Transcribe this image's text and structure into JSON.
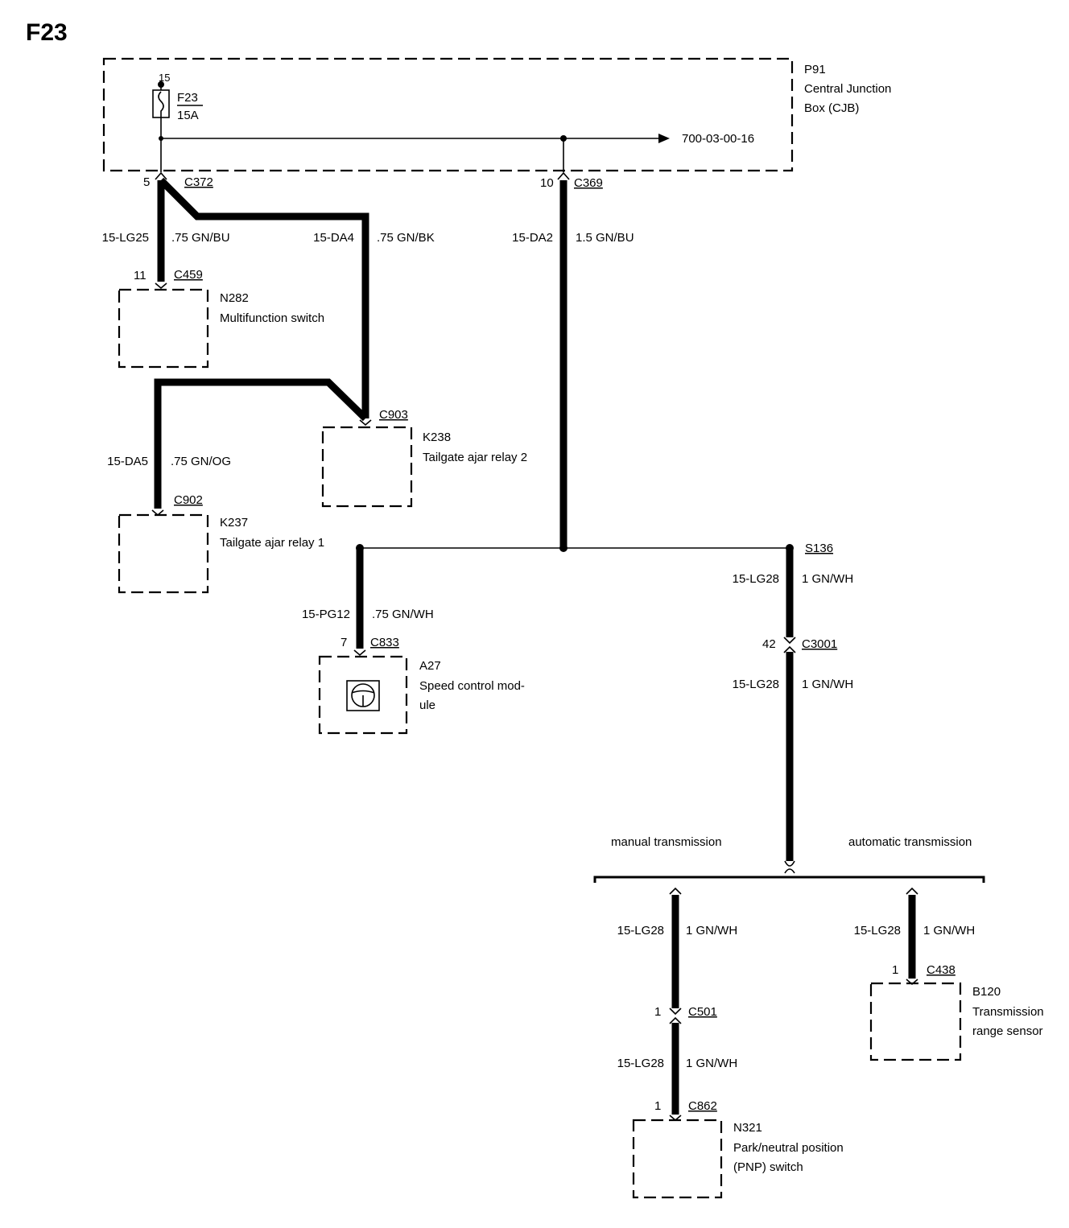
{
  "title": "F23",
  "cjb": {
    "id": "P91",
    "name_line1": "Central Junction",
    "name_line2": "Box (CJB)",
    "fuse_pin": "15",
    "fuse_id": "F23",
    "fuse_rating": "15A",
    "ref": "700-03-00-16"
  },
  "connectors": {
    "c372": {
      "pin": "5",
      "name": "C372"
    },
    "c369": {
      "pin": "10",
      "name": "C369"
    },
    "c459": {
      "pin": "11",
      "name": "C459"
    },
    "c903": {
      "name": "C903"
    },
    "c902": {
      "name": "C902"
    },
    "c833": {
      "pin": "7",
      "name": "C833"
    },
    "c3001": {
      "pin": "42",
      "name": "C3001"
    },
    "c501": {
      "pin": "1",
      "name": "C501"
    },
    "c862": {
      "pin": "1",
      "name": "C862"
    },
    "c438": {
      "pin": "1",
      "name": "C438"
    }
  },
  "splice": {
    "name": "S136"
  },
  "wires": {
    "lg25": {
      "circuit": "15-LG25",
      "spec": ".75 GN/BU"
    },
    "da4": {
      "circuit": "15-DA4",
      "spec": ".75 GN/BK"
    },
    "da2": {
      "circuit": "15-DA2",
      "spec": "1.5 GN/BU"
    },
    "da5": {
      "circuit": "15-DA5",
      "spec": ".75 GN/OG"
    },
    "pg12": {
      "circuit": "15-PG12",
      "spec": ".75 GN/WH"
    },
    "lg28_a": {
      "circuit": "15-LG28",
      "spec": "1 GN/WH"
    },
    "lg28_b": {
      "circuit": "15-LG28",
      "spec": "1 GN/WH"
    },
    "lg28_c": {
      "circuit": "15-LG28",
      "spec": "1 GN/WH"
    },
    "lg28_d": {
      "circuit": "15-LG28",
      "spec": "1 GN/WH"
    },
    "lg28_e": {
      "circuit": "15-LG28",
      "spec": "1 GN/WH"
    }
  },
  "components": {
    "n282": {
      "id": "N282",
      "name": "Multifunction switch"
    },
    "k238": {
      "id": "K238",
      "name": "Tailgate ajar relay 2"
    },
    "k237": {
      "id": "K237",
      "name": "Tailgate ajar relay 1"
    },
    "a27": {
      "id": "A27",
      "name_line1": "Speed control mod-",
      "name_line2": "ule"
    },
    "b120": {
      "id": "B120",
      "name_line1": "Transmission",
      "name_line2": "range sensor"
    },
    "n321": {
      "id": "N321",
      "name_line1": "Park/neutral position",
      "name_line2": "(PNP) switch"
    }
  },
  "options": {
    "manual": "manual transmission",
    "automatic": "automatic transmission"
  }
}
